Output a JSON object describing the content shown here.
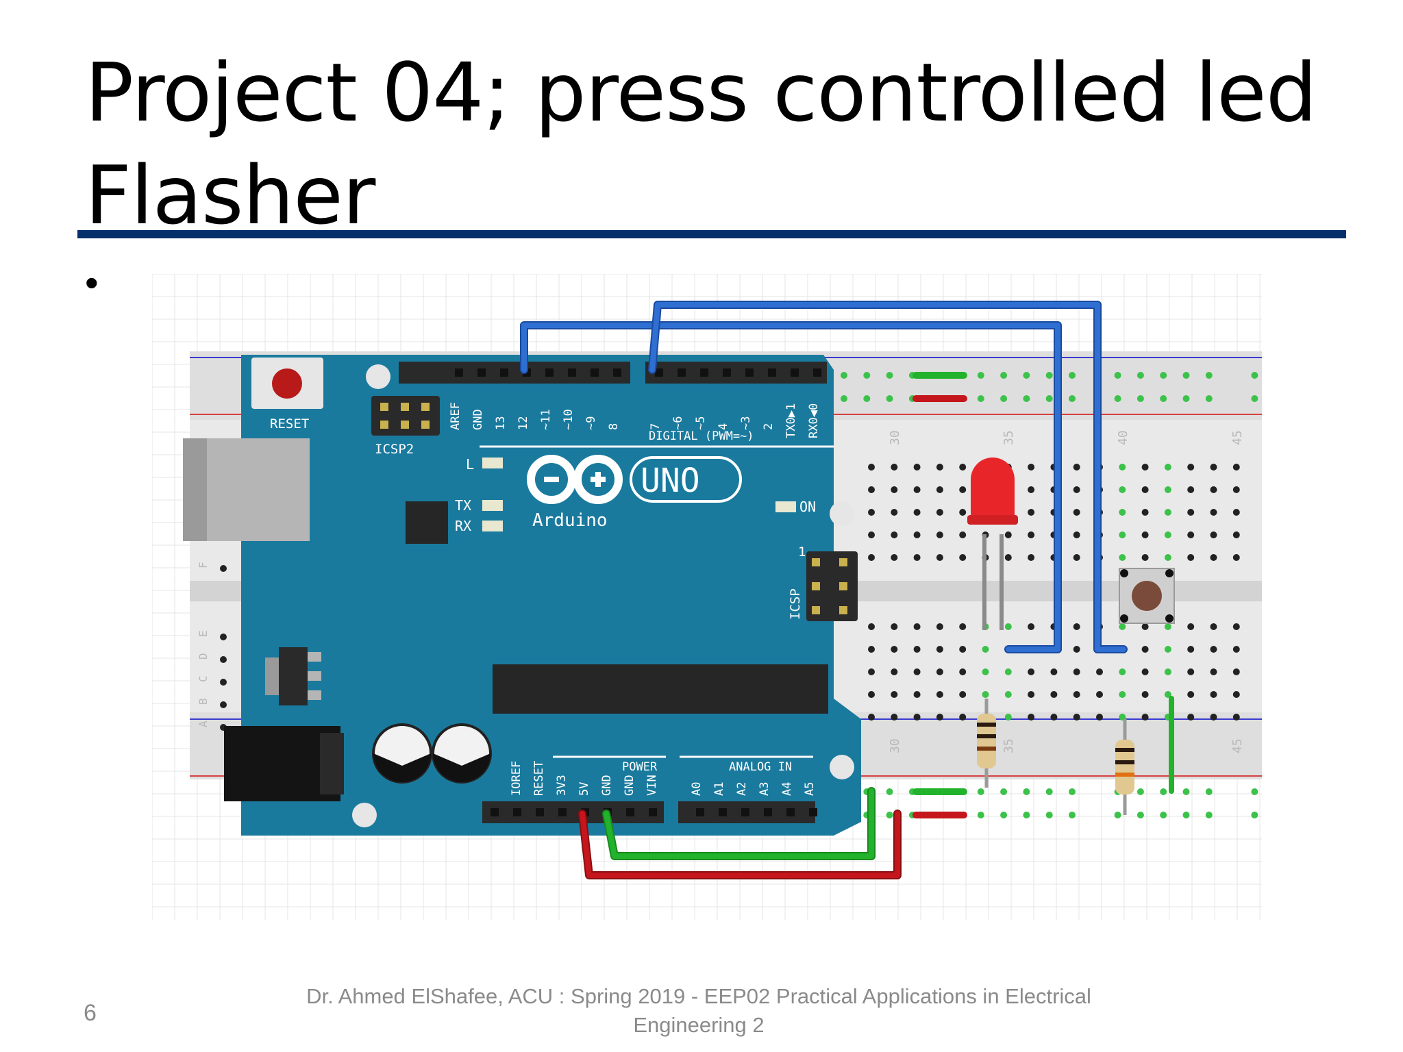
{
  "slide": {
    "title_line1": "Project 04; press controlled led",
    "title_line2": "Flasher",
    "bullet": "•",
    "page_number": "6",
    "footer_line1": "Dr. Ahmed ElShafee, ACU : Spring  2019 - EEP02 Practical Applications in Electrical",
    "footer_line2": "Engineering 2"
  },
  "figure": {
    "board_labels": {
      "reset": "RESET",
      "icsp2": "ICSP2",
      "icsp": "ICSP",
      "l": "L",
      "tx": "TX",
      "rx": "RX",
      "on": "ON",
      "uno": "UNO",
      "arduino": "Arduino",
      "digital": "DIGITAL (PWM=~)",
      "power": "POWER",
      "analog_in": "ANALOG IN",
      "one": "1"
    },
    "top_header_pins": [
      "AREF",
      "GND",
      "13",
      "12",
      "~11",
      "~10",
      "~9",
      "8"
    ],
    "top_header_pins_right": [
      "7",
      "~6",
      "~5",
      "4",
      "~3",
      "2",
      "TX0▶1",
      "RX0◀0"
    ],
    "power_pins": [
      "IOREF",
      "RESET",
      "3V3",
      "5V",
      "GND",
      "GND",
      "VIN"
    ],
    "analog_pins": [
      "A0",
      "A1",
      "A2",
      "A3",
      "A4",
      "A5"
    ],
    "breadboard_columns": [
      "30",
      "35",
      "40",
      "45"
    ],
    "breadboard_rows": [
      "F",
      "E",
      "D",
      "C",
      "B",
      "A"
    ],
    "colors": {
      "board": "#1a7a9e",
      "wire_blue": "#2f6fd1",
      "wire_red": "#c4161c",
      "wire_green": "#22b22c",
      "led": "#e8262a",
      "title_rule": "#06306b"
    }
  }
}
